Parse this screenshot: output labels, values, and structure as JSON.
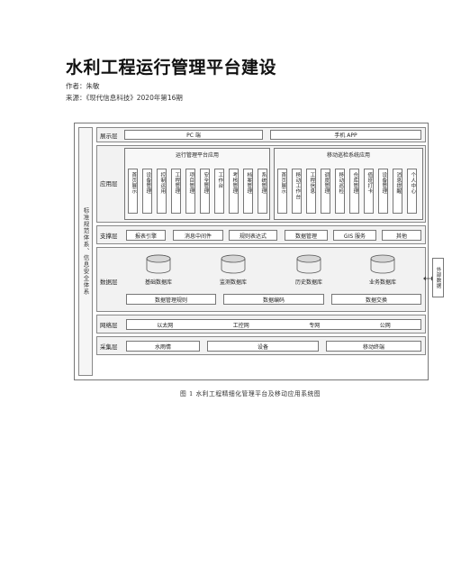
{
  "document": {
    "title": "水利工程运行管理平台建设",
    "author": "作者：朱敏",
    "source": "来源：《现代信息科技》2020年第16期"
  },
  "figure": {
    "side_label": "标准规范体系、信息安全体系",
    "external_label": "外部数据",
    "caption": "图 1   水利工程精细化管理平台及移动应用系统图",
    "layers": {
      "display": {
        "label": "展示层",
        "items": [
          "PC 端",
          "手机 APP"
        ]
      },
      "application": {
        "label": "应用层",
        "group1": {
          "title": "运行管理平台应用",
          "items": [
            "首页展示",
            "设备管理",
            "控制运用",
            "工程管理",
            "项目管理",
            "安全管理",
            "工作台",
            "考核管理",
            "档案管理",
            "系统管理"
          ]
        },
        "group2": {
          "title": "移动巡检系统应用",
          "items": [
            "首页展示",
            "移动工作台",
            "工程信息",
            "调度管理",
            "移动巡检",
            "仓库管理",
            "值班打卡",
            "设备管理",
            "消息提醒",
            "个人中心"
          ]
        }
      },
      "support": {
        "label": "支撑层",
        "items": [
          "报表引擎",
          "消息中间件",
          "规则表达式",
          "数据管理",
          "GIS 服务",
          "其他"
        ]
      },
      "data": {
        "label": "数据层",
        "databases": [
          "基础数据库",
          "监测数据库",
          "历史数据库",
          "业务数据库"
        ],
        "bottom": [
          "数据管理规则",
          "数据编码",
          "数据交换"
        ]
      },
      "network": {
        "label": "网络层",
        "items": [
          "以太网",
          "工控网",
          "专网",
          "公网"
        ]
      },
      "collection": {
        "label": "采集层",
        "items": [
          "水雨情",
          "设备",
          "移动终端"
        ]
      }
    }
  }
}
